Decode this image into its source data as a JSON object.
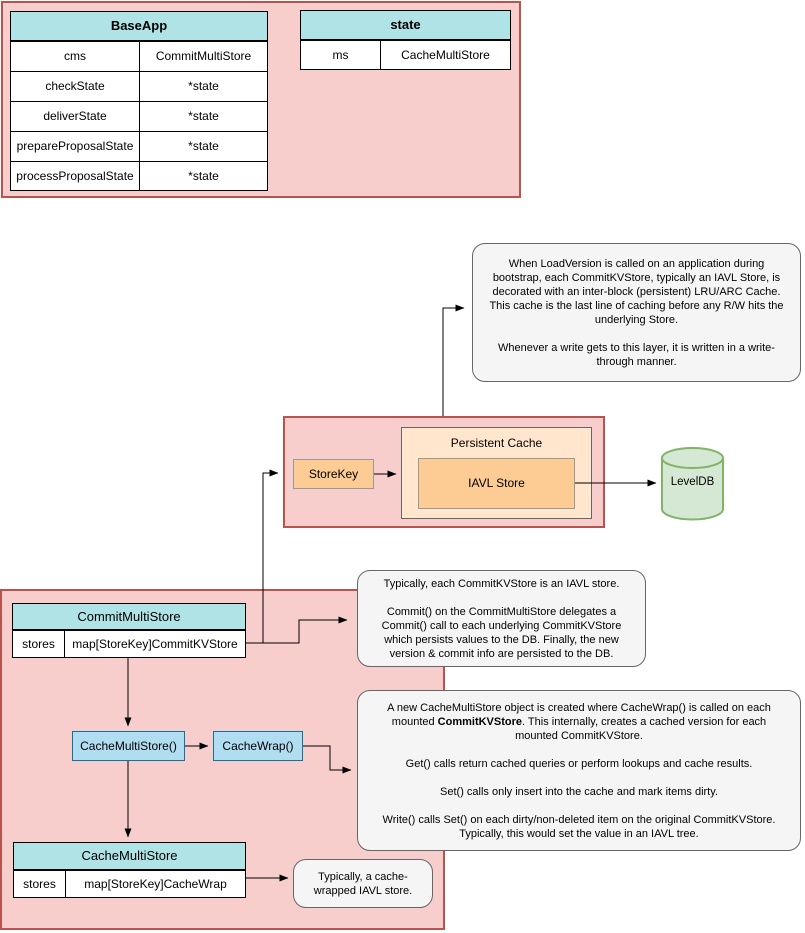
{
  "colors": {
    "container_fill": "#F8CECC",
    "container_stroke": "#B85450",
    "table_header_fill": "#B0E3E6",
    "orange_fill": "#FCCC94",
    "orange_light_fill": "#FFE6CC",
    "blue_fill": "#B1DDF0",
    "blue_stroke": "#10739E",
    "db_fill": "#D5E8D4",
    "db_stroke": "#82B366",
    "note_fill": "#F5F5F5",
    "note_stroke": "#666666"
  },
  "tables": {
    "baseapp": {
      "title": "BaseApp",
      "rows": [
        [
          "cms",
          "CommitMultiStore"
        ],
        [
          "checkState",
          "*state"
        ],
        [
          "deliverState",
          "*state"
        ],
        [
          "prepareProposalState",
          "*state"
        ],
        [
          "processProposalState",
          "*state"
        ]
      ]
    },
    "state": {
      "title": "state",
      "rows": [
        [
          "ms",
          "CacheMultiStore"
        ]
      ]
    },
    "commit_multi_store": {
      "title": "CommitMultiStore",
      "rows": [
        [
          "stores",
          "map[StoreKey]CommitKVStore"
        ]
      ]
    },
    "cache_multi_store": {
      "title": "CacheMultiStore",
      "rows": [
        [
          "stores",
          "map[StoreKey]CacheWrap"
        ]
      ]
    }
  },
  "boxes": {
    "store_key": "StoreKey",
    "persistent_cache": "Persistent Cache",
    "iavl_store": "IAVL Store",
    "leveldb": "LevelDB",
    "cache_multi_store_fn": "CacheMultiStore()",
    "cache_wrap_fn": "CacheWrap()"
  },
  "notes": {
    "load_version": {
      "p1": "When LoadVersion is called on an application during bootstrap, each CommitKVStore, typically an IAVL Store, is decorated with an inter-block (persistent) LRU/ARC Cache. This cache is the last line of caching before any R/W hits the underlying Store.",
      "p2": "Whenever a write gets to this layer, it is written in a write-through manner."
    },
    "commit": {
      "p1": "Typically, each CommitKVStore is an IAVL store.",
      "p2": "Commit() on the CommitMultiStore delegates a Commit() call to each underlying CommitKVStore which persists values to the DB. Finally, the new version & commit info are persisted to the DB."
    },
    "cache_wrap": {
      "p1_pre": "A new CacheMultiStore object is created where CacheWrap() is called on each mounted ",
      "p1_bold": "CommitKVStore",
      "p1_post": ". This internally, creates a cached version for each mounted CommitKVStore.",
      "p2": "Get() calls return cached queries or perform lookups and cache results.",
      "p3": "Set() calls only insert into the cache and mark items dirty.",
      "p4": "Write() calls Set() on each dirty/non-deleted item on the original CommitKVStore. Typically, this would set the value in an IAVL tree."
    },
    "cache_wrapped": {
      "p1": "Typically, a cache-wrapped IAVL store."
    }
  }
}
